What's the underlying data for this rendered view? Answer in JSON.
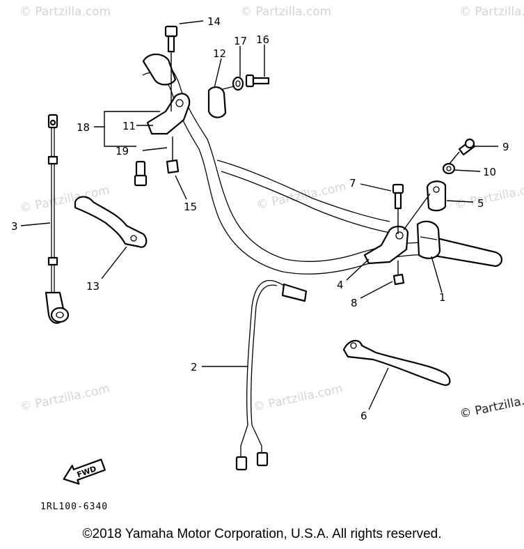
{
  "watermarks": [
    "© Partzilla.com",
    "© Partzilla.com",
    "© Partzilla.com",
    "© Partzilla.com",
    "© Partzilla.com",
    "© Partzilla.com",
    "© Partzilla.com",
    "© Partzilla.com",
    "© Partzilla.com"
  ],
  "callouts": {
    "c1": "1",
    "c2": "2",
    "c3": "3",
    "c4": "4",
    "c5": "5",
    "c6": "6",
    "c7": "7",
    "c8": "8",
    "c9": "9",
    "c10": "10",
    "c11": "11",
    "c12": "12",
    "c13": "13",
    "c14": "14",
    "c15": "15",
    "c16": "16",
    "c17": "17",
    "c18": "18",
    "c19": "19"
  },
  "fwd_label": "FWD",
  "diagram_code": "1RL100-6340",
  "copyright": "©2018 Yamaha Motor Corporation, U.S.A. All rights reserved."
}
